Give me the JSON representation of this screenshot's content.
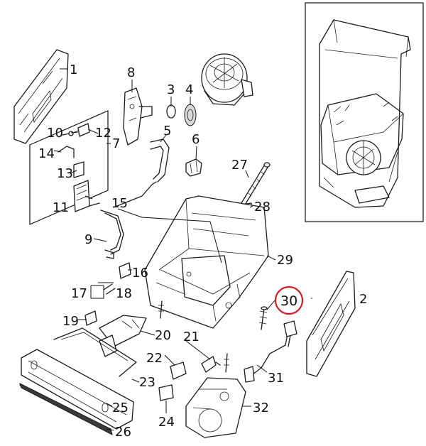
{
  "diagram": {
    "type": "exploded parts diagram",
    "highlight_color": "#d0202a",
    "highlighted_part": "30",
    "callouts": [
      "1",
      "2",
      "3",
      "4",
      "5",
      "6",
      "7",
      "8",
      "9",
      "10",
      "11",
      "12",
      "13",
      "14",
      "15",
      "16",
      "17",
      "18",
      "19",
      "20",
      "21",
      "22",
      "23",
      "24",
      "25",
      "26",
      "27",
      "28",
      "29",
      "30",
      "31",
      "32"
    ]
  }
}
